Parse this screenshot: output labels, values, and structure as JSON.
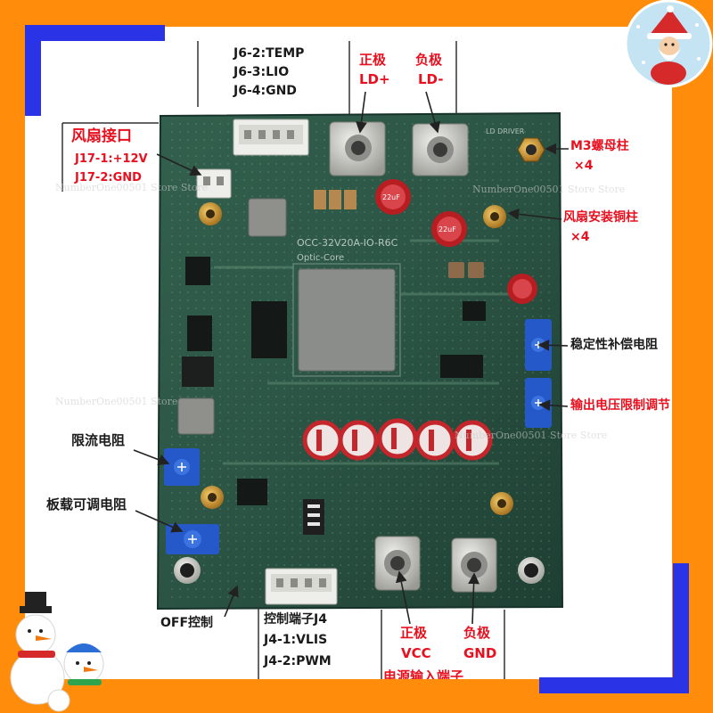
{
  "labels": {
    "j6": {
      "line1": "J6-2:TEMP",
      "line2": "J6-3:LIO",
      "line3": "J6-4:GND"
    },
    "ld_pos": {
      "name": "正极",
      "pin": "LD+"
    },
    "ld_neg": {
      "name": "负极",
      "pin": "LD-"
    },
    "fan_port": {
      "title": "风扇接口",
      "line1": "J17-1:+12V",
      "line2": "J17-2:GND"
    },
    "m3_nut": {
      "title": "M3螺母柱",
      "count": "×4"
    },
    "fan_standoff": {
      "title": "风扇安装铜柱",
      "count": "×4"
    },
    "stability_resistor": "稳定性补偿电阻",
    "voltage_limit": "输出电压限制调节",
    "current_limit_resistor": "限流电阻",
    "onboard_pot": "板载可调电阻",
    "off_control": "OFF控制",
    "control_terminal": {
      "title": "控制端子J4",
      "line1": "J4-1:VLIS",
      "line2": "J4-2:PWM"
    },
    "vcc": {
      "name": "正极",
      "pin": "VCC"
    },
    "gnd": {
      "name": "负极",
      "pin": "GND"
    },
    "power_input": "电源输入端子"
  },
  "board_silkscreen": {
    "model": "OCC-32V20A-IO-R6C",
    "brand": "Optic-Core",
    "driver": "LD DRIVER",
    "cap_rating": "22uF"
  },
  "watermarks": [
    "NumberOne00501 Store Store",
    "NumberOne00501 Store Store",
    "NumberOne00501 Store",
    "NumberOne00501 Store Store"
  ],
  "colors": {
    "frame_orange": "#ff8c0a",
    "frame_blue": "#2a34e6",
    "label_red": "#e8101e",
    "label_dark": "#1a1a1a",
    "board_green": "#2b5444"
  }
}
